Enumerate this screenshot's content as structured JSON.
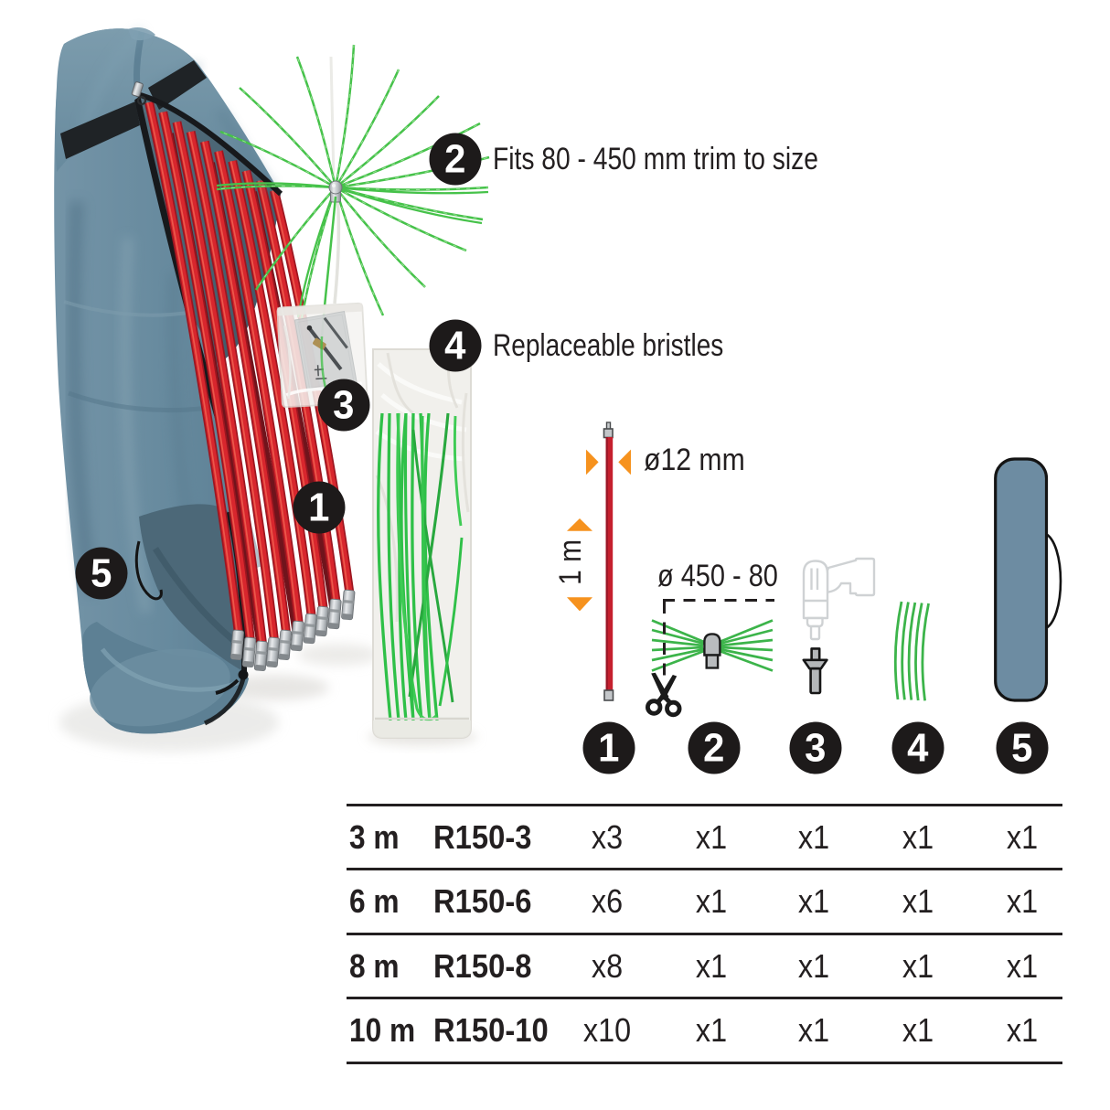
{
  "photo": {
    "annotations": [
      {
        "number": "1",
        "label": ""
      },
      {
        "number": "2",
        "label": "Fits 80 - 450 mm trim to size"
      },
      {
        "number": "3",
        "label": ""
      },
      {
        "number": "4",
        "label": "Replaceable bristles"
      },
      {
        "number": "5",
        "label": ""
      }
    ]
  },
  "diagram": {
    "rod_length_label": "1 m",
    "rod_diameter_label": "ø12 mm",
    "brush_diameter_range_label": "ø 450 - 80",
    "item_numbers": [
      "1",
      "2",
      "3",
      "4",
      "5"
    ]
  },
  "table": {
    "rows": [
      {
        "length": "3 m",
        "model": "R150-3",
        "counts": [
          "x3",
          "x1",
          "x1",
          "x1",
          "x1"
        ]
      },
      {
        "length": "6 m",
        "model": "R150-6",
        "counts": [
          "x6",
          "x1",
          "x1",
          "x1",
          "x1"
        ]
      },
      {
        "length": "8 m",
        "model": "R150-8",
        "counts": [
          "x8",
          "x1",
          "x1",
          "x1",
          "x1"
        ]
      },
      {
        "length": "10 m",
        "model": "R150-10",
        "counts": [
          "x10",
          "x1",
          "x1",
          "x1",
          "x1"
        ]
      }
    ]
  },
  "colors": {
    "badge_black": "#1d1a1a",
    "text_black": "#231f20",
    "rod_red": "#cf2430",
    "bristle_green": "#3cb44a",
    "arrow_orange": "#f6921e",
    "bag_blue": "#6a8ca0",
    "case_blue": "#6d8ca2"
  }
}
